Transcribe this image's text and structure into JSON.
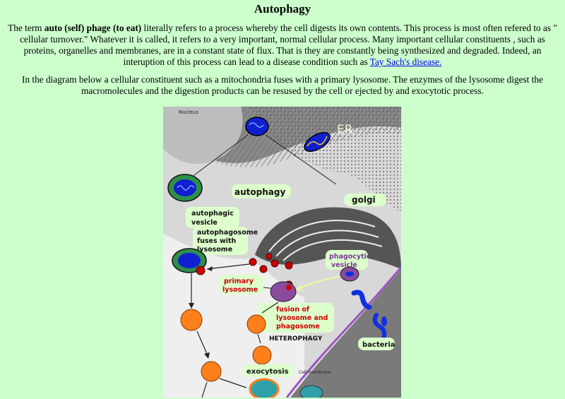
{
  "title": "Autophagy",
  "intro": {
    "t1": "The term ",
    "term": "auto (self) phage (to eat)",
    "t2": " literally refers to a process whereby the cell digests its own contents. This process is most often refered to as \" cellular turnover.\" Whatever it is called, it refers to a very important, normal cellular process. Many important cellular constituents , such as proteins, organelles and membranes, are in a constant state of flux. That is they are constantly being synthesized and degraded. Indeed, an interuption of this process can lead to a disease condition such as ",
    "link": "Tay Sach's disease.",
    "t3": ""
  },
  "second_paragraph": "In the diagram below a cellular constituent such as a mitochondria fuses with a primary lysosome. The enzymes of the lysosome digest the macromolecules and the digestion products can be resused by the cell or ejected by and exocytotic process.",
  "diagram": {
    "labels": {
      "nucleus": "Nucleus",
      "er": "ER",
      "autophagy": "autophagy",
      "golgi": "golgi",
      "autophagic_vesicle_1": "autophagic",
      "autophagic_vesicle_2": "vesicle",
      "fuses_1": "autophagosome",
      "fuses_2": "fuses with",
      "fuses_3": "lysosome",
      "phagocytic_1": "phagocytic",
      "phagocytic_2": "vesicle",
      "primary_1": "primary",
      "primary_2": "lysosome",
      "fusion_1": "fusion of",
      "fusion_2": "lysosome and",
      "fusion_3": "phagosome",
      "heterophagy": "HETEROPHAGY",
      "bacteria": "bacteria",
      "exocytosis": "exocytosis",
      "cell_membrane": "Cell membrane"
    },
    "colors": {
      "label_fill": "#ddffcc",
      "lysosome_red": "#cc0000",
      "vesicle_orange": "#ff7f1a",
      "purple": "#8a4a9e",
      "bacteria_blue": "#1030e0"
    }
  }
}
